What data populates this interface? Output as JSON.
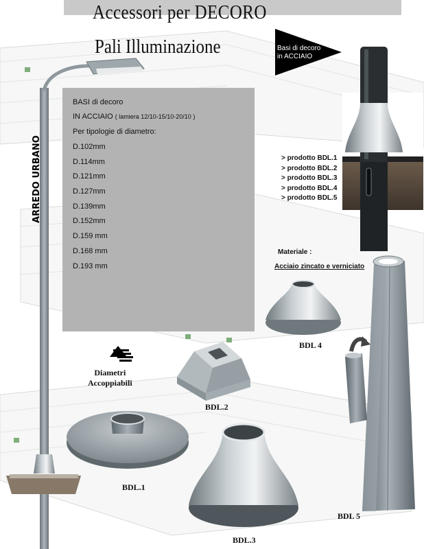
{
  "title": {
    "line1": "Accessori per DECORO",
    "line2": "Pali Illuminazione"
  },
  "arrow_label": {
    "line1": "Basi di decoro",
    "line2": "in ACCIAIO"
  },
  "side_label": "ARREDO URBANO",
  "info_panel": {
    "heading": "BASI di decoro",
    "material_line": "IN ACCIAIO",
    "material_detail": "( lamiera 12/10-15/10-20/10 )",
    "diameter_intro": "Per tipologie di diametro:",
    "diameters": [
      "D.102mm",
      "D.114mm",
      "D.121mm",
      "D.127mm",
      "D.139mm",
      "D.152mm",
      "D.159 mm",
      "D.168 mm",
      "D.193 mm"
    ]
  },
  "products": [
    "> prodotto BDL.1",
    "> prodotto BDL.2",
    "> prodotto BDL.3",
    "> prodotto BDL.4",
    "> prodotto BDL.5"
  ],
  "materials": {
    "title": "Materiale :",
    "value": "Acciaio zincato e verniciato"
  },
  "diametri_label": {
    "line1": "Diametri",
    "line2": "Accoppiabili"
  },
  "product_labels": {
    "bdl1": "BDL.1",
    "bdl2": "BDL.2",
    "bdl3": "BDL.3",
    "bdl4": "BDL 4",
    "bdl5": "BDL  5"
  },
  "colors": {
    "panel": "#b3b3b3",
    "title_bar": "#c9c9c9",
    "arrow": "#000000",
    "steel": "#9aa3a8"
  }
}
